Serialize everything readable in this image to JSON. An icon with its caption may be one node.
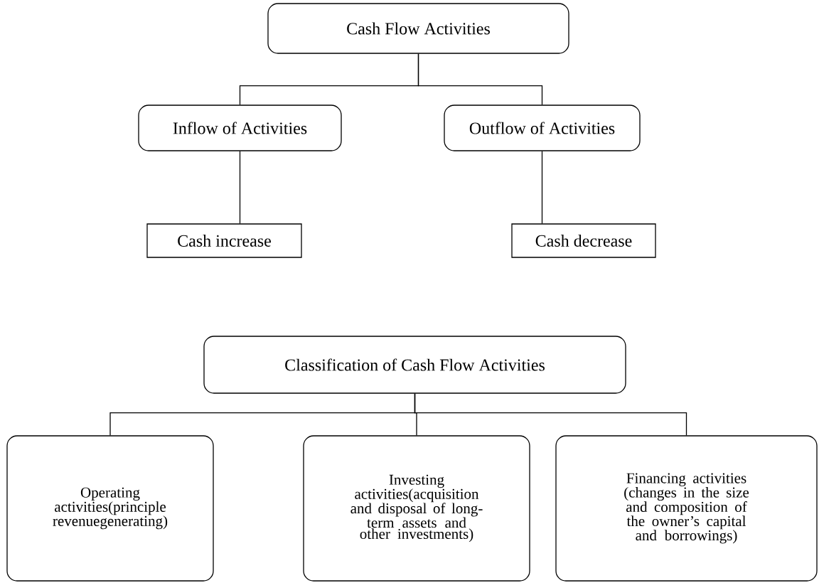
{
  "diagram": {
    "nodes": [
      {
        "text": [
          "Cash Flow Activities"
        ]
      },
      {
        "text": [
          "Inflow of Activities"
        ]
      },
      {
        "text": [
          "Outflow of Activities"
        ]
      },
      {
        "text": [
          "Cash increase"
        ]
      },
      {
        "text": [
          "Cash decrease"
        ]
      },
      {
        "text": [
          "Classification of Cash Flow Activities"
        ]
      },
      {
        "text": [
          "Operating activities(principle revenuegenerating)"
        ]
      },
      {
        "text": [
          "Investing activities(acquisition and disposal of long-term assets and other investments)"
        ]
      },
      {
        "text": [
          "Financing activities (changes in the size and composition of the owner’s capital and borrowings)"
        ]
      }
    ],
    "edges": [
      {
        "from": 0,
        "to": 1,
        "arrow": "none"
      },
      {
        "from": 0,
        "to": 2,
        "arrow": "none"
      },
      {
        "from": 1,
        "to": 3,
        "arrow": "none"
      },
      {
        "from": 2,
        "to": 4,
        "arrow": "none"
      },
      {
        "from": 5,
        "to": 6,
        "arrow": "none"
      },
      {
        "from": 5,
        "to": 7,
        "arrow": "none"
      },
      {
        "from": 5,
        "to": 8,
        "arrow": "none"
      }
    ]
  }
}
